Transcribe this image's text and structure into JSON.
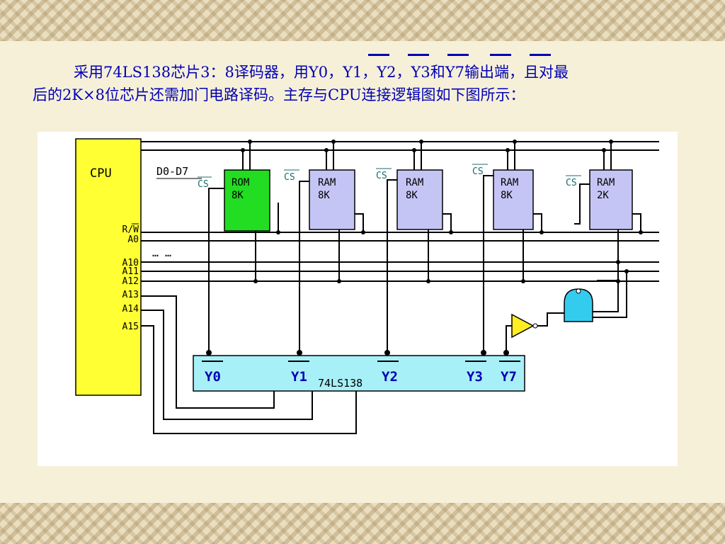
{
  "slide": {
    "line1": "采用74LS138芯片3：8译码器，用Y0，Y1，Y2，Y3和Y7输出端，且对最",
    "line2": "后的2K×8位芯片还需加门电路译码。主存与CPU连接逻辑图如下图所示："
  },
  "diagram": {
    "cpu_label": "CPU",
    "data_bus_label": "D0-D7",
    "ellipsis": "… …",
    "cpu_pins": [
      "R/W",
      "A0",
      "A10",
      "A11",
      "A12",
      "A13",
      "A14",
      "A15"
    ],
    "chips": [
      {
        "type": "ROM",
        "size": "8K",
        "cs": "CS"
      },
      {
        "type": "RAM",
        "size": "8K",
        "cs": "CS"
      },
      {
        "type": "RAM",
        "size": "8K",
        "cs": "CS"
      },
      {
        "type": "RAM",
        "size": "8K",
        "cs": "CS"
      },
      {
        "type": "RAM",
        "size": "2K",
        "cs": "CS"
      }
    ],
    "decoder": {
      "name": "74LS138",
      "outputs": [
        "Y0",
        "Y1",
        "Y2",
        "Y3",
        "Y7"
      ]
    },
    "colors": {
      "cpu_fill": "#ffff33",
      "rom_fill": "#22dd22",
      "ram_fill": "#c5c5f5",
      "decoder_fill": "#a8f0f8",
      "gate_fill": "#33ccee",
      "inverter_fill": "#ffee22",
      "text_blue": "#0000b4",
      "cs_label": "#1c6b6b"
    }
  }
}
